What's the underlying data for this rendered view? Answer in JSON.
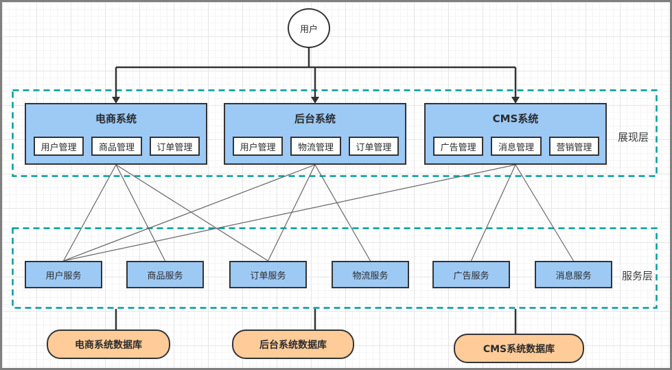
{
  "diagram": {
    "user_node": {
      "label": "用户"
    },
    "presentation_layer": {
      "label": "展现层",
      "systems": [
        {
          "title": "电商系统",
          "modules": [
            "用户管理",
            "商品管理",
            "订单管理"
          ]
        },
        {
          "title": "后台系统",
          "modules": [
            "用户管理",
            "物流管理",
            "订单管理"
          ]
        },
        {
          "title": "CMS系统",
          "modules": [
            "广告管理",
            "消息管理",
            "营销管理"
          ]
        }
      ]
    },
    "service_layer": {
      "label": "服务层",
      "services": [
        "用户服务",
        "商品服务",
        "订单服务",
        "物流服务",
        "广告服务",
        "消息服务"
      ]
    },
    "databases": [
      "电商系统数据库",
      "后台系统数据库",
      "CMS系统数据库"
    ],
    "edges": {
      "user_to_systems": [
        0,
        1,
        2
      ],
      "system_to_service": [
        [
          0,
          0
        ],
        [
          0,
          1
        ],
        [
          0,
          2
        ],
        [
          1,
          0
        ],
        [
          1,
          2
        ],
        [
          1,
          3
        ],
        [
          2,
          0
        ],
        [
          2,
          4
        ],
        [
          2,
          5
        ]
      ],
      "system_to_database": [
        [
          0,
          0
        ],
        [
          1,
          1
        ],
        [
          2,
          2
        ]
      ]
    },
    "colors": {
      "node_fill": "#9dc9f5",
      "node_border": "#333333",
      "module_fill": "#ffffff",
      "database_fill": "#ffcc99",
      "layer_border": "#009b9d",
      "connector": "#666666",
      "arrow": "#333333"
    }
  }
}
